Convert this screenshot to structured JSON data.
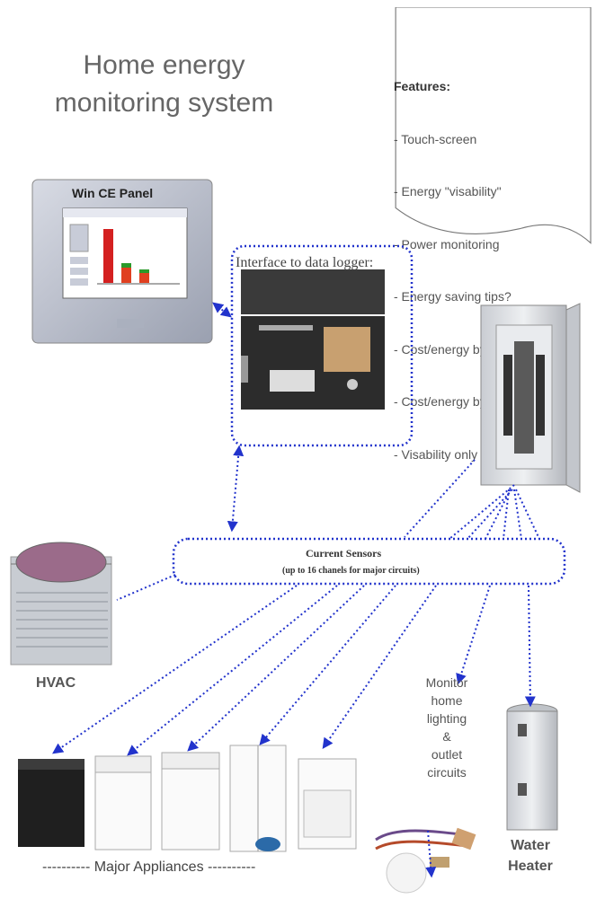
{
  "title": {
    "line1": "Home energy",
    "line2": "monitoring system"
  },
  "features": {
    "heading": "Features:",
    "items": [
      "- Touch-screen",
      "- Energy \"visability\"",
      "- Power monitoring",
      "- Energy saving tips?",
      "- Cost/energy by circuit (device)",
      "- Cost/energy by room",
      "- Visability only (no controls)"
    ]
  },
  "panel": {
    "label": "Win CE Panel"
  },
  "logger": {
    "label": "Interface to data logger:"
  },
  "sensors": {
    "title": "Current Sensors",
    "subtitle": "(up to 16 chanels for major circuits)"
  },
  "hvac": {
    "label": "HVAC"
  },
  "appliances": {
    "label": "---------- Major Appliances ----------"
  },
  "monitor": {
    "lines": [
      "Monitor",
      "home",
      "lighting",
      "&",
      "outlet",
      "circuits"
    ]
  },
  "water_heater": {
    "line1": "Water",
    "line2": "Heater"
  },
  "colors": {
    "arrow": "#2233cc",
    "accent_red": "#d42020"
  }
}
